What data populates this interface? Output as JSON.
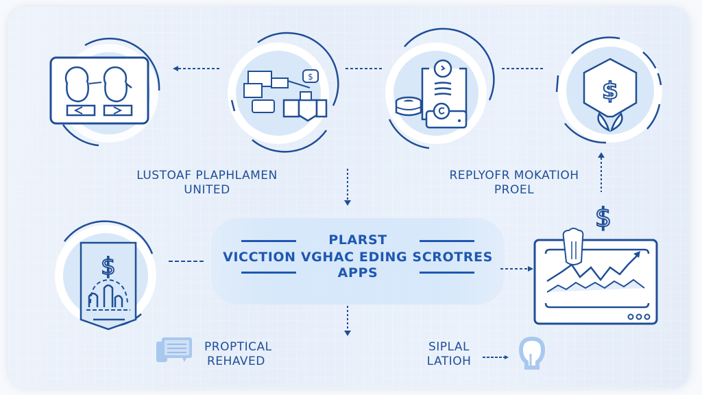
{
  "diagram": {
    "top_nodes": [
      {
        "id": "exchange",
        "icon": "characters-exchange-icon"
      },
      {
        "id": "market",
        "icon": "marketplace-buildings-icon"
      },
      {
        "id": "payment",
        "icon": "payment-document-coins-icon"
      },
      {
        "id": "dollar",
        "icon": "dollar-hexagon-icon"
      }
    ],
    "labels": {
      "top_left": [
        "LUSTOAF PLAPHLAMEN",
        "UNITED"
      ],
      "top_right": [
        "REPLYOFR MOKATIOH",
        "PROEL"
      ],
      "bottom_left": [
        "PROPTICAL",
        "REHAVED"
      ],
      "bottom_right": [
        "SIPLAL",
        "LATIOH"
      ]
    },
    "center": {
      "line1": "PLARST",
      "line2": "VICCTION VGHAC EDING SCROTRES",
      "line3": "APPS"
    },
    "side_nodes": [
      {
        "id": "budget",
        "icon": "dollar-budget-document-icon"
      },
      {
        "id": "growth",
        "icon": "growth-chart-monitor-icon"
      }
    ],
    "small_icons": [
      "chat-bubble-icon",
      "lightbulb-icon",
      "dollar-sign-icon"
    ],
    "colors": {
      "stroke": "#1f4e96",
      "accent": "#1f57b0",
      "circle_fill": "#d8e8f8",
      "background": "#e8eff9"
    }
  }
}
